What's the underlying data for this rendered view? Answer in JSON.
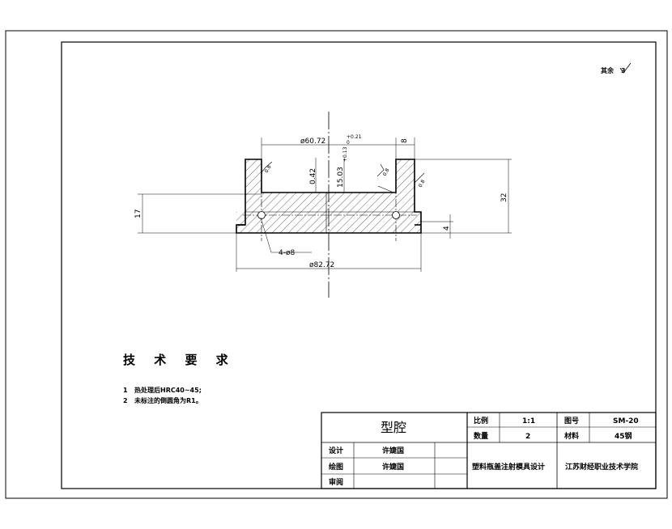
{
  "roughness_note": "其余",
  "dimensions": {
    "top_diameter": "ø60.72",
    "top_tolerance_upper": "+0.21",
    "top_tolerance_lower": "0",
    "slot_width": "8",
    "pocket_depth": "15.03",
    "pocket_tolerance": "+0.13",
    "thin_height": "0.42",
    "total_height": "32",
    "left_height": "17",
    "bottom_step": "4",
    "holes": "4-ø8",
    "bottom_diameter": "ø82.72",
    "roughness_values": [
      "0.8",
      "0.8",
      "0.8"
    ]
  },
  "technical_requirements": {
    "title": "技 术 要 求",
    "items": [
      {
        "num": "1",
        "text": "热处理后HRC40~45;"
      },
      {
        "num": "2",
        "text": "未标注的倒圆角为R1。"
      }
    ]
  },
  "title_block": {
    "part_name": "型腔",
    "scale_label": "比例",
    "scale_value": "1:1",
    "drawing_no_label": "图号",
    "drawing_no_value": "SM-20",
    "qty_label": "数量",
    "qty_value": "2",
    "material_label": "材料",
    "material_value": "45钢",
    "design_label": "设计",
    "design_name": "许婕国",
    "draw_label": "绘图",
    "draw_name": "许婕国",
    "review_label": "审阅",
    "project_title": "塑料瓶盖注射模具设计",
    "school": "江苏财经职业技术学院"
  }
}
